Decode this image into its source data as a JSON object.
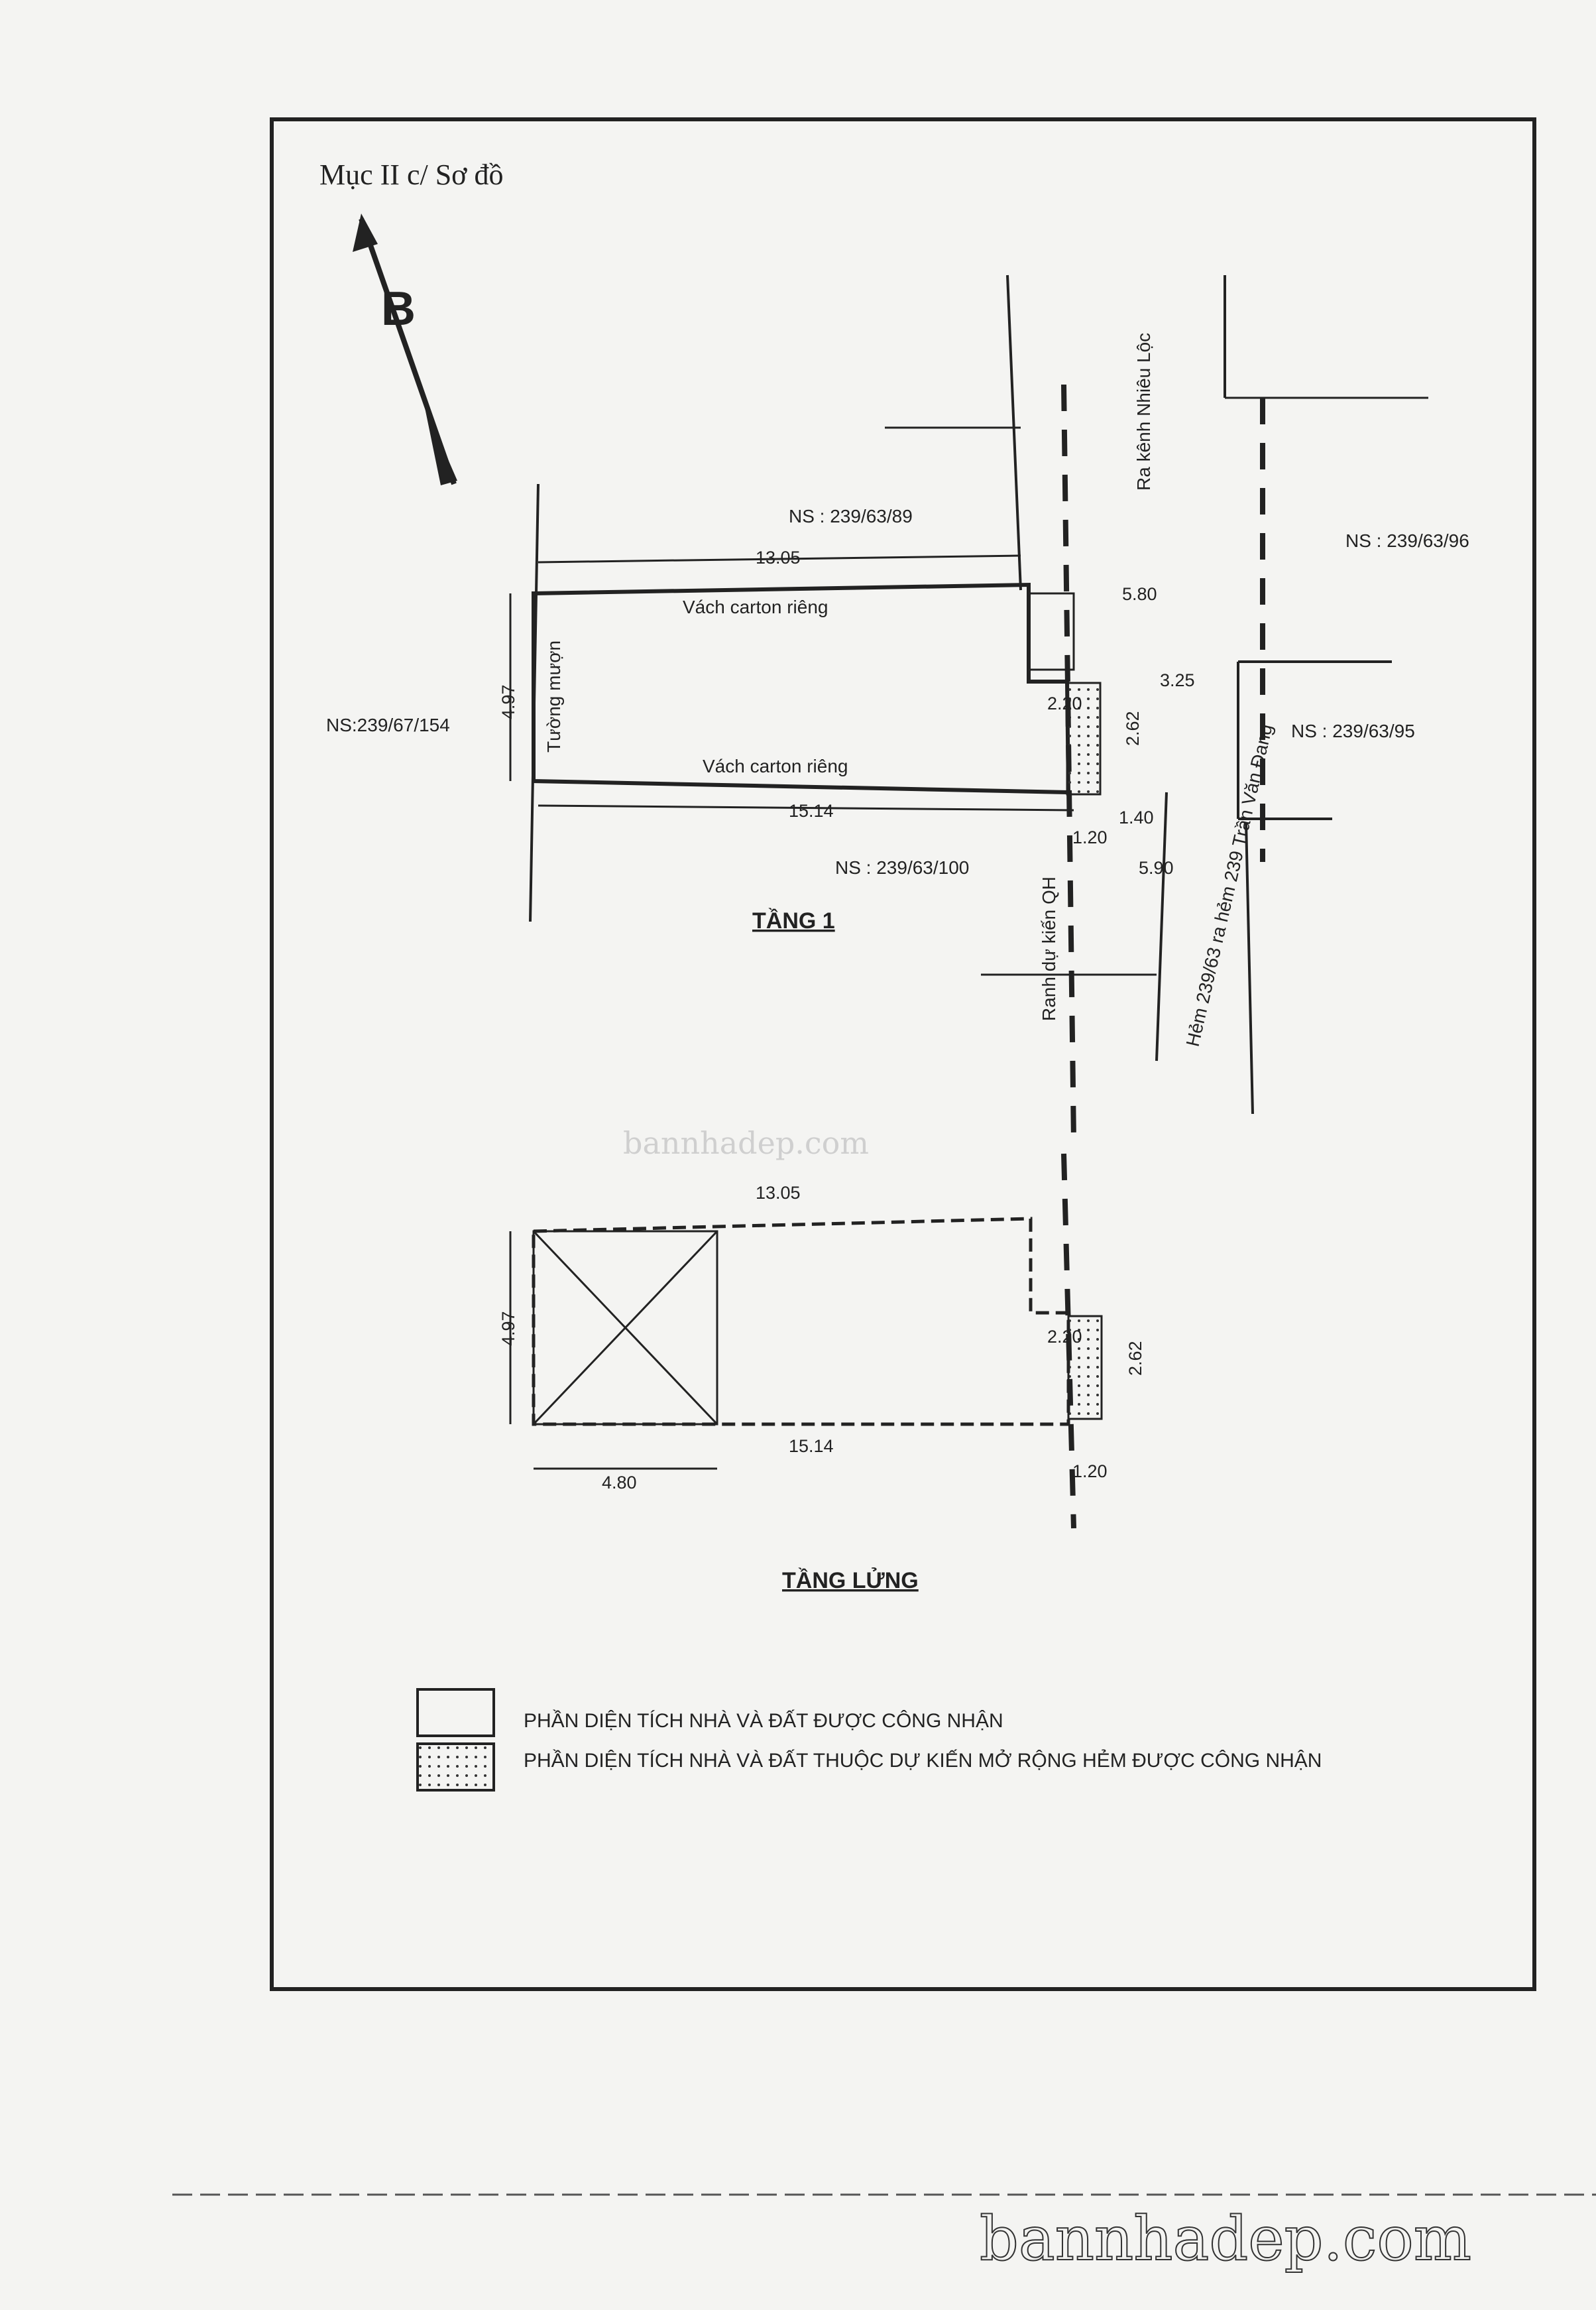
{
  "header": {
    "title": "Mục II c/ Sơ đồ",
    "north": "B"
  },
  "floor1": {
    "title": "TẦNG 1",
    "dims": {
      "top": "13.05",
      "bottom": "15.14",
      "left": "4.97",
      "d1": "5.80",
      "d2": "2.20",
      "d3": "3.25",
      "d4": "2.62",
      "d5": "1.40",
      "d6": "1.20",
      "d7": "5.90"
    },
    "neighbors": {
      "top": "NS : 239/63/89",
      "right_top": "NS : 239/63/96",
      "left": "NS:239/67/154",
      "right": "NS : 239/63/95",
      "bottom": "NS : 239/63/100"
    },
    "walls": {
      "top": "Vách carton riêng",
      "bottom": "Vách carton riêng",
      "left": "Tường mượn"
    },
    "roads": {
      "north": "Ra kênh Nhiêu Lộc",
      "planned": "Ranh dự kiến QH",
      "alley": "Hẻm 239/63 ra hẻm 239 Trần Văn Đang"
    }
  },
  "floor2": {
    "title": "TẦNG LỬNG",
    "dims": {
      "top": "13.05",
      "bottom": "15.14",
      "left": "4.97",
      "void": "4.80",
      "d2": "2.20",
      "d4": "2.62",
      "d6": "1.20"
    }
  },
  "legend": [
    {
      "text": "PHẦN DIỆN TÍCH NHÀ VÀ ĐẤT ĐƯỢC CÔNG NHẬN",
      "pattern": "plain"
    },
    {
      "text": "PHẦN DIỆN TÍCH NHÀ VÀ ĐẤT THUỘC DỰ KIẾN MỞ RỘNG HẺM ĐƯỢC CÔNG NHẬN",
      "pattern": "dotted"
    }
  ],
  "watermarks": {
    "center": "bannhadep.com",
    "bottom": "bannhadep.com"
  },
  "colors": {
    "ink": "#222222",
    "paper": "#f4f4f2"
  }
}
